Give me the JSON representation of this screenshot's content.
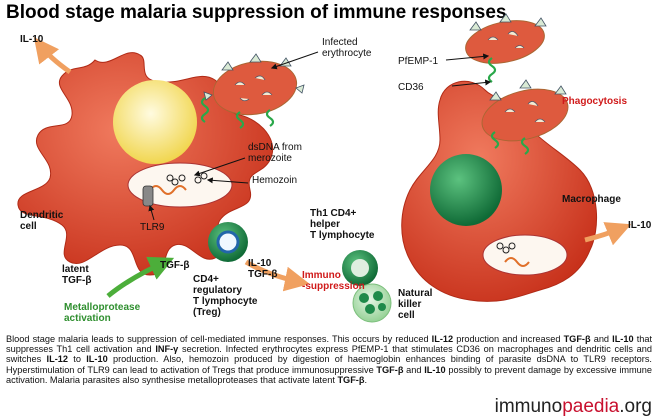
{
  "title": "Blood stage malaria suppression of immune responses",
  "labels": {
    "il10_top_left": "IL-10",
    "infected_erythrocyte": [
      "Infected",
      "erythrocyte"
    ],
    "pfemp1": "PfEMP-1",
    "cd36": "CD36",
    "dsdna": [
      "dsDNA from",
      "merozoite"
    ],
    "hemozoin": "Hemozoin",
    "dendritic_cell": [
      "Dendritic",
      "cell"
    ],
    "tlr9": "TLR9",
    "phagocytosis": "Phagocytosis",
    "macrophage": "Macrophage",
    "il10_right": "IL-10",
    "th1": [
      "Th1 CD4+",
      "helper",
      "T lymphocyte"
    ],
    "il10_tgfb": [
      "IL-10",
      "TGF-β"
    ],
    "immuno_suppression": [
      "Immuno",
      "-suppression"
    ],
    "latent_tgfb": [
      "latent",
      "TGF-β"
    ],
    "tgfb": "TGF-β",
    "metalloprotease": [
      "Metalloprotease",
      "activation"
    ],
    "treg": [
      "CD4+",
      "regulatory",
      "T lymphocyte",
      "(Treg)"
    ],
    "nk": [
      "Natural",
      "killer",
      "cell"
    ]
  },
  "caption": [
    {
      "t": "Blood stage malaria leads to suppression of cell-mediated immune responses. This occurs by reduced "
    },
    {
      "t": "IL-12",
      "b": true
    },
    {
      "t": " production and increased "
    },
    {
      "t": "TGF-β",
      "b": true
    },
    {
      "t": " and "
    },
    {
      "t": "IL-10",
      "b": true
    },
    {
      "t": " that suppresses Th1 cell activation and "
    },
    {
      "t": "INF-γ",
      "b": true
    },
    {
      "t": " secretion. Infected erythrocytes express PfEMP-1 that stimulates CD36 on macrophages and dendritic cells and switches "
    },
    {
      "t": "IL-12",
      "b": true
    },
    {
      "t": " to "
    },
    {
      "t": "IL-10",
      "b": true
    },
    {
      "t": " production. Also, hemozoin produced by digestion of haemoglobin enhances binding of parasite dsDNA to TLR9 receptors. Hyperstimulation of TLR9 can lead to activation of Tregs that produce immunosuppressive "
    },
    {
      "t": "TGF-β",
      "b": true
    },
    {
      "t": " and "
    },
    {
      "t": "IL-10",
      "b": true
    },
    {
      "t": " possibly to prevent damage by excessive immune activation. Malaria parasites also synthesise metalloproteases that activate latent "
    },
    {
      "t": "TGF-β",
      "b": true
    },
    {
      "t": "."
    }
  ],
  "brand": {
    "pre": "immuno",
    "accent": "paedia",
    "post": ".org"
  },
  "colors": {
    "cell_red": "#d9432b",
    "nucleus_yellow": "#f6e27a",
    "nucleus_green": "#1f8a4a",
    "arrow_orange": "#f0a060",
    "arrow_green": "#4cae3a",
    "accent_red": "#d01a1a",
    "brand_red": "#c8102e"
  }
}
